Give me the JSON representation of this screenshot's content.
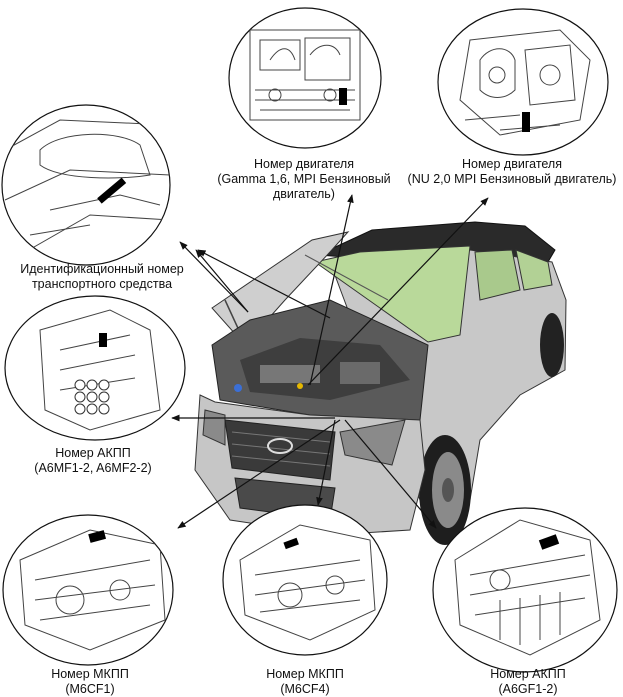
{
  "labels": {
    "vin": {
      "line1": "Идентификационный номер",
      "line2": "транспортного средства"
    },
    "engine_gamma": {
      "line1": "Номер двигателя",
      "line2": "(Gamma 1,6, MPI Бензиновый",
      "line3": "двигатель)"
    },
    "engine_nu": {
      "line1": "Номер двигателя",
      "line2": "(NU 2,0 MPI Бензиновый двигатель)"
    },
    "akpp_a6mf": {
      "line1": "Номер АКПП",
      "line2": "(A6MF1-2, A6MF2-2)"
    },
    "mkpp_m6cf1": {
      "line1": "Номер МКПП",
      "line2": "(M6CF1)"
    },
    "mkpp_m6cf4": {
      "line1": "Номер МКПП",
      "line2": "(M6CF4)"
    },
    "akpp_a6gf": {
      "line1": "Номер АКПП",
      "line2": "(A6GF1-2)"
    }
  },
  "icons": {
    "vin_detail": "vin-plate-icon",
    "engine_gamma": "engine-gamma-icon",
    "engine_nu": "engine-nu-icon",
    "transmission_a6mf": "automatic-transmission-icon",
    "transmission_m6cf1": "manual-transmission-icon",
    "transmission_m6cf4": "manual-transmission-icon",
    "transmission_a6gf": "automatic-transmission-icon",
    "vehicle": "suv-car-icon"
  },
  "colors": {
    "windshield": "#b9d99a",
    "car_body": "#c8c8c8",
    "line": "#111111"
  }
}
